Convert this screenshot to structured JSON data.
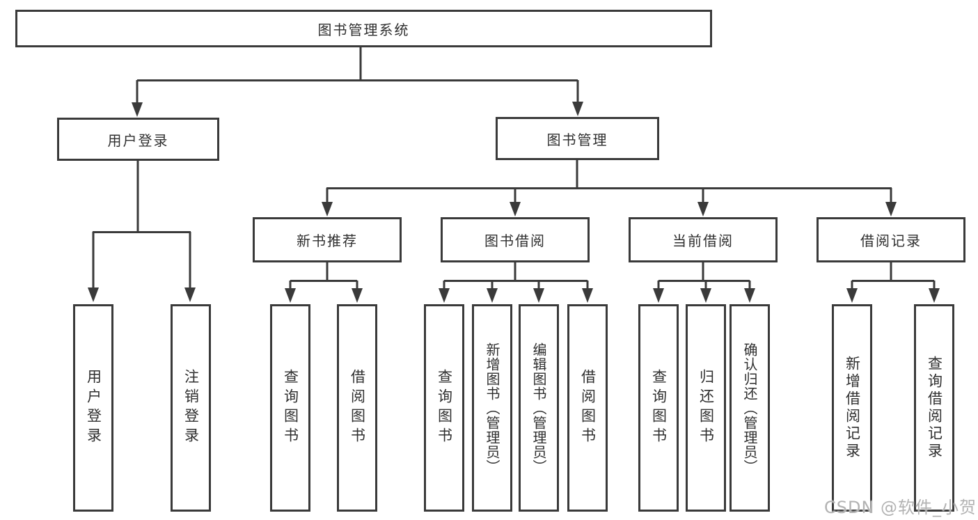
{
  "diagram": {
    "root": {
      "label": "图书管理系统"
    },
    "branches": [
      {
        "label": "用户登录",
        "children": [
          {
            "label": "用户登录"
          },
          {
            "label": "注销登录"
          }
        ]
      },
      {
        "label": "图书管理",
        "children": [
          {
            "label": "新书推荐",
            "children": [
              {
                "label": "查询图书"
              },
              {
                "label": "借阅图书"
              }
            ]
          },
          {
            "label": "图书借阅",
            "children": [
              {
                "label": "查询图书"
              },
              {
                "label": "新增图书（管理员）"
              },
              {
                "label": "编辑图书（管理员）"
              },
              {
                "label": "借阅图书"
              }
            ]
          },
          {
            "label": "当前借阅",
            "children": [
              {
                "label": "查询图书"
              },
              {
                "label": "归还图书"
              },
              {
                "label": "确认归还（管理员）"
              }
            ]
          },
          {
            "label": "借阅记录",
            "children": [
              {
                "label": "新增借阅记录"
              },
              {
                "label": "查询借阅记录"
              }
            ]
          }
        ]
      }
    ]
  },
  "watermark": {
    "label": "CSDN @软件_小贺同学"
  },
  "colors": {
    "line": "#3a3a3a",
    "text": "#2f2f2f",
    "box_background": "#ffffff",
    "page_background": "#ffffff",
    "watermark": "#b2b2b2"
  }
}
